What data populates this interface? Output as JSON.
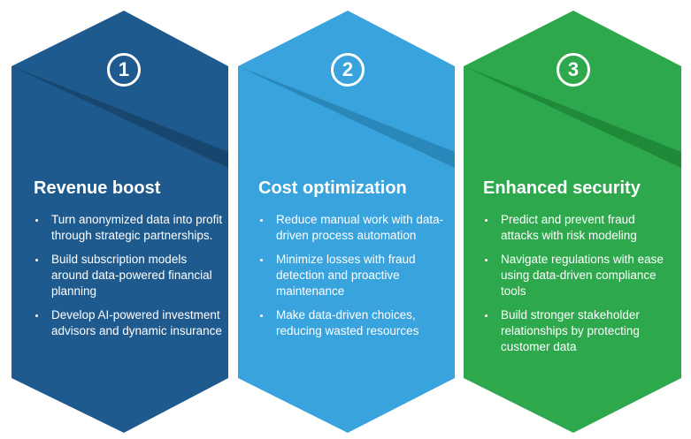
{
  "colors": {
    "card1": "#1f5a8e",
    "card1_fold": "#17466f",
    "card2": "#38a3dd",
    "card2_fold": "#2a87ba",
    "card3": "#2ea84c",
    "card3_fold": "#1f8a3a"
  },
  "cards": [
    {
      "number": "1",
      "title": "Revenue boost",
      "items": [
        "Turn anonymized data into profit through strategic partnerships.",
        "Build subscription models around data-powered financial planning",
        "Develop AI-powered investment advisors and dynamic insurance"
      ]
    },
    {
      "number": "2",
      "title": "Cost optimization",
      "items": [
        "Reduce manual work with data-driven process automation",
        "Minimize losses with fraud detection and proactive maintenance",
        "Make data-driven choices, reducing wasted resources"
      ]
    },
    {
      "number": "3",
      "title": "Enhanced security",
      "items": [
        "Predict and prevent fraud attacks with risk modeling",
        "Navigate regulations with ease using data-driven compliance tools",
        "Build stronger stakeholder relationships by protecting customer data"
      ]
    }
  ]
}
